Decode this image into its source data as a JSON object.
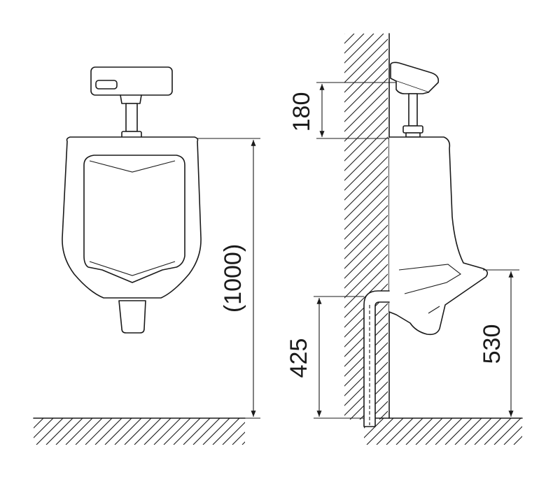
{
  "dimensions": {
    "bowl_height": "(1000)",
    "flush_valve_height": "180",
    "drain_height": "425",
    "rim_height": "530"
  }
}
